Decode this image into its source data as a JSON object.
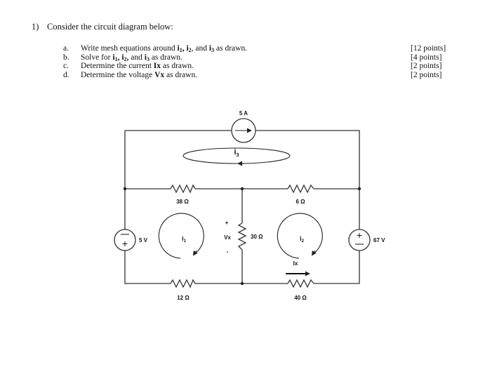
{
  "problem": {
    "number": "1)",
    "lead": "Consider the circuit diagram below:",
    "parts": [
      {
        "letter": "a.",
        "pre": "Write mesh equations around ",
        "points": "[12 points]"
      },
      {
        "letter": "b.",
        "pre": "Solve for ",
        "points": "[4 points]"
      },
      {
        "letter": "c.",
        "pre": "Determine the current ",
        "bold": "Ix",
        "post": " as drawn.",
        "points": "[2 points]"
      },
      {
        "letter": "d.",
        "pre": "Determine the voltage ",
        "bold": "Vx",
        "post": " as drawn.",
        "points": "[2 points]"
      }
    ],
    "vars": {
      "i": "i",
      "s1": "1",
      "s2": "2",
      "s3": "3",
      "sep": ", ",
      "and": " and ",
      "tail_a": " as drawn.",
      "tail_b": " as drawn."
    }
  },
  "circuit": {
    "current_source": "5 A",
    "left_source": "5 V",
    "right_source": "67 V",
    "r_top_left": "38 Ω",
    "r_top_right": "6 Ω",
    "r_middle": "30 Ω",
    "r_bottom_left": "12 Ω",
    "r_bottom_right": "40 Ω",
    "vx": "Vx",
    "vx_plus": "+",
    "vx_minus": "-",
    "ix": "Ix",
    "src_plus": "+",
    "src_minus": "−",
    "mesh_i": "i",
    "mesh1_sub": "1",
    "mesh2_sub": "2",
    "mesh3_sub": "3"
  }
}
